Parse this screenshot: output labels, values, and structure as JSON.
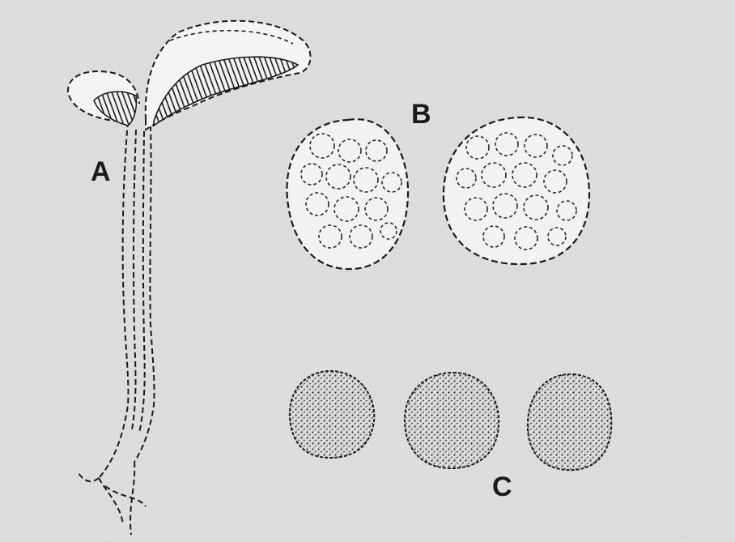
{
  "figure": {
    "labels": {
      "a": "A",
      "b": "B",
      "c": "C"
    },
    "colors": {
      "paper": "#ededed",
      "ink": "#1a1a1a",
      "stipple": "#2b2b2b"
    }
  }
}
